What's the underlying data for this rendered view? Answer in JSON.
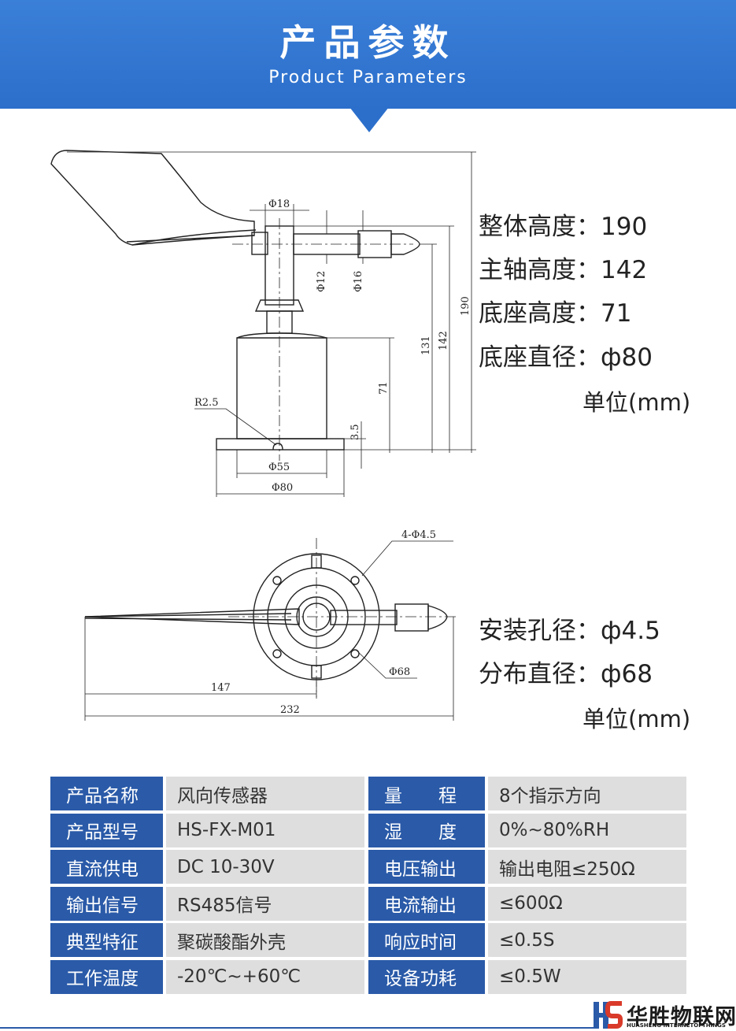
{
  "header": {
    "title_cn": "产品参数",
    "title_en": "Product Parameters",
    "bg_color": "#2c6fcb"
  },
  "drawing_side": {
    "dims": {
      "d18": "Φ18",
      "d12": "Φ12",
      "d16": "Φ16",
      "d55": "Φ55",
      "d80": "Φ80",
      "r25": "R2.5",
      "h35": "3.5",
      "h71": "71",
      "h131": "131",
      "h142": "142",
      "h190": "190"
    }
  },
  "specs_side": {
    "lines": [
      {
        "label": "整体高度：",
        "value": "190"
      },
      {
        "label": "主轴高度：",
        "value": "142"
      },
      {
        "label": "底座高度：",
        "value": "71"
      },
      {
        "label": "底座直径：",
        "value": "ф80"
      }
    ],
    "unit": "单位(mm)"
  },
  "drawing_top": {
    "dims": {
      "holes": "4-Φ4.5",
      "d68": "Φ68",
      "l147": "147",
      "l232": "232"
    }
  },
  "specs_top": {
    "lines": [
      {
        "label": "安装孔径：",
        "value": "ф4.5"
      },
      {
        "label": "分布直径：",
        "value": "ф68"
      }
    ],
    "unit": "单位(mm)"
  },
  "table": {
    "rows": [
      {
        "label1": "产品名称",
        "value1": "风向传感器",
        "label2": "量　　程",
        "value2": "8个指示方向"
      },
      {
        "label1": "产品型号",
        "value1": "HS-FX-M01",
        "label2": "湿　　度",
        "value2": "0%~80%RH"
      },
      {
        "label1": "直流供电",
        "value1": "DC 10-30V",
        "label2": "电压输出",
        "value2": "输出电阻≤250Ω"
      },
      {
        "label1": "输出信号",
        "value1": "RS485信号",
        "label2": "电流输出",
        "value2": "≤600Ω"
      },
      {
        "label1": "典型特征",
        "value1": "聚碳酸酯外壳",
        "label2": "响应时间",
        "value2": "≤0.5S"
      },
      {
        "label1": "工作温度",
        "value1": "-20℃~+60℃",
        "label2": "设备功耗",
        "value2": "≤0.5W"
      }
    ],
    "label_color": "#2a5aa8",
    "value_color": "#dedede"
  },
  "logo": {
    "name_cn": "华胜物联网",
    "name_en": "HUASHENG INTERNETOFTHINGS"
  }
}
